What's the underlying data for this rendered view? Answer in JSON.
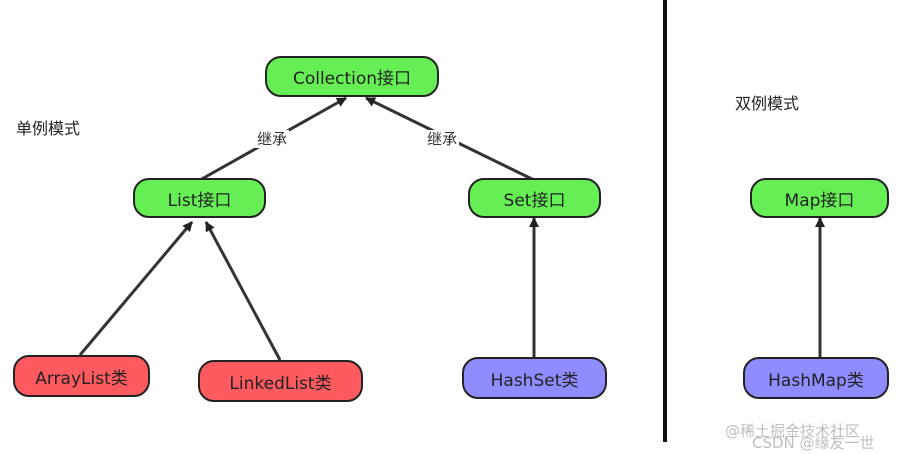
{
  "captions": {
    "single": "单例模式",
    "double": "双例模式"
  },
  "nodes": {
    "collection": "Collection接口",
    "list": "List接口",
    "set": "Set接口",
    "map": "Map接口",
    "arraylist": "ArrayList类",
    "linkedlist": "LinkedList类",
    "hashset": "HashSet类",
    "hashmap": "HashMap类"
  },
  "edge_labels": {
    "list_to_collection": "继承",
    "set_to_collection": "继承"
  },
  "watermark": {
    "line1": "@稀土掘金技术社区",
    "line2": "CSDN @缘友一世"
  },
  "colors": {
    "interface": "#66ee55",
    "list_class": "#ff5a5f",
    "set_map_class": "#8f8cff",
    "outline": "#222222"
  }
}
